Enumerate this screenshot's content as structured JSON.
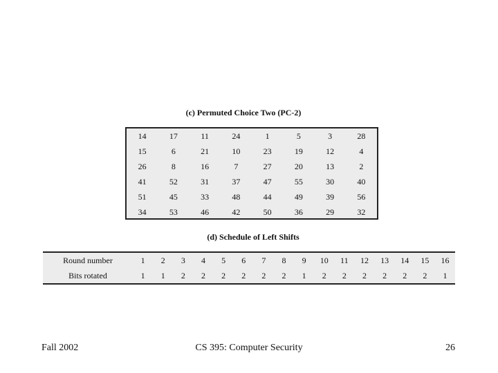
{
  "pc2": {
    "caption": "(c) Permuted Choice Two (PC-2)",
    "rows": [
      [
        "14",
        "17",
        "11",
        "24",
        "1",
        "5",
        "3",
        "28"
      ],
      [
        "15",
        "6",
        "21",
        "10",
        "23",
        "19",
        "12",
        "4"
      ],
      [
        "26",
        "8",
        "16",
        "7",
        "27",
        "20",
        "13",
        "2"
      ],
      [
        "41",
        "52",
        "31",
        "37",
        "47",
        "55",
        "30",
        "40"
      ],
      [
        "51",
        "45",
        "33",
        "48",
        "44",
        "49",
        "39",
        "56"
      ],
      [
        "34",
        "53",
        "46",
        "42",
        "50",
        "36",
        "29",
        "32"
      ]
    ]
  },
  "shifts": {
    "caption": "(d) Schedule of Left Shifts",
    "round_label": "Round number",
    "rounds": [
      "1",
      "2",
      "3",
      "4",
      "5",
      "6",
      "7",
      "8",
      "9",
      "10",
      "11",
      "12",
      "13",
      "14",
      "15",
      "16"
    ],
    "bits_label": "Bits rotated",
    "bits": [
      "1",
      "1",
      "2",
      "2",
      "2",
      "2",
      "2",
      "2",
      "1",
      "2",
      "2",
      "2",
      "2",
      "2",
      "2",
      "1"
    ]
  },
  "footer": {
    "left": "Fall 2002",
    "center": "CS 395: Computer Security",
    "right": "26"
  }
}
